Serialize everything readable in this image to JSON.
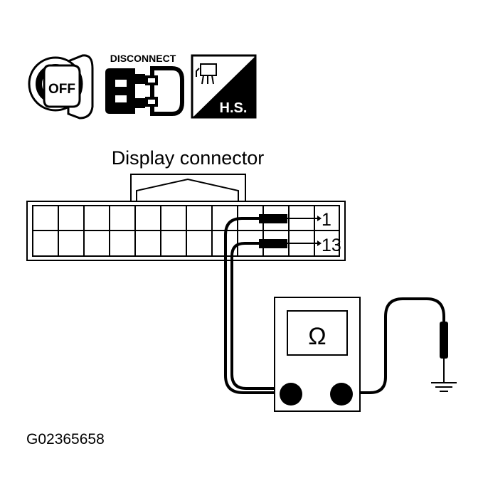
{
  "icons": {
    "ignition_label": "OFF",
    "disconnect_label": "DISCONNECT",
    "hs_label": "H.S."
  },
  "connector": {
    "title": "Display connector",
    "pin_top": "1",
    "pin_bottom": "13"
  },
  "meter": {
    "symbol": "Ω"
  },
  "figure_id": "G02365658"
}
